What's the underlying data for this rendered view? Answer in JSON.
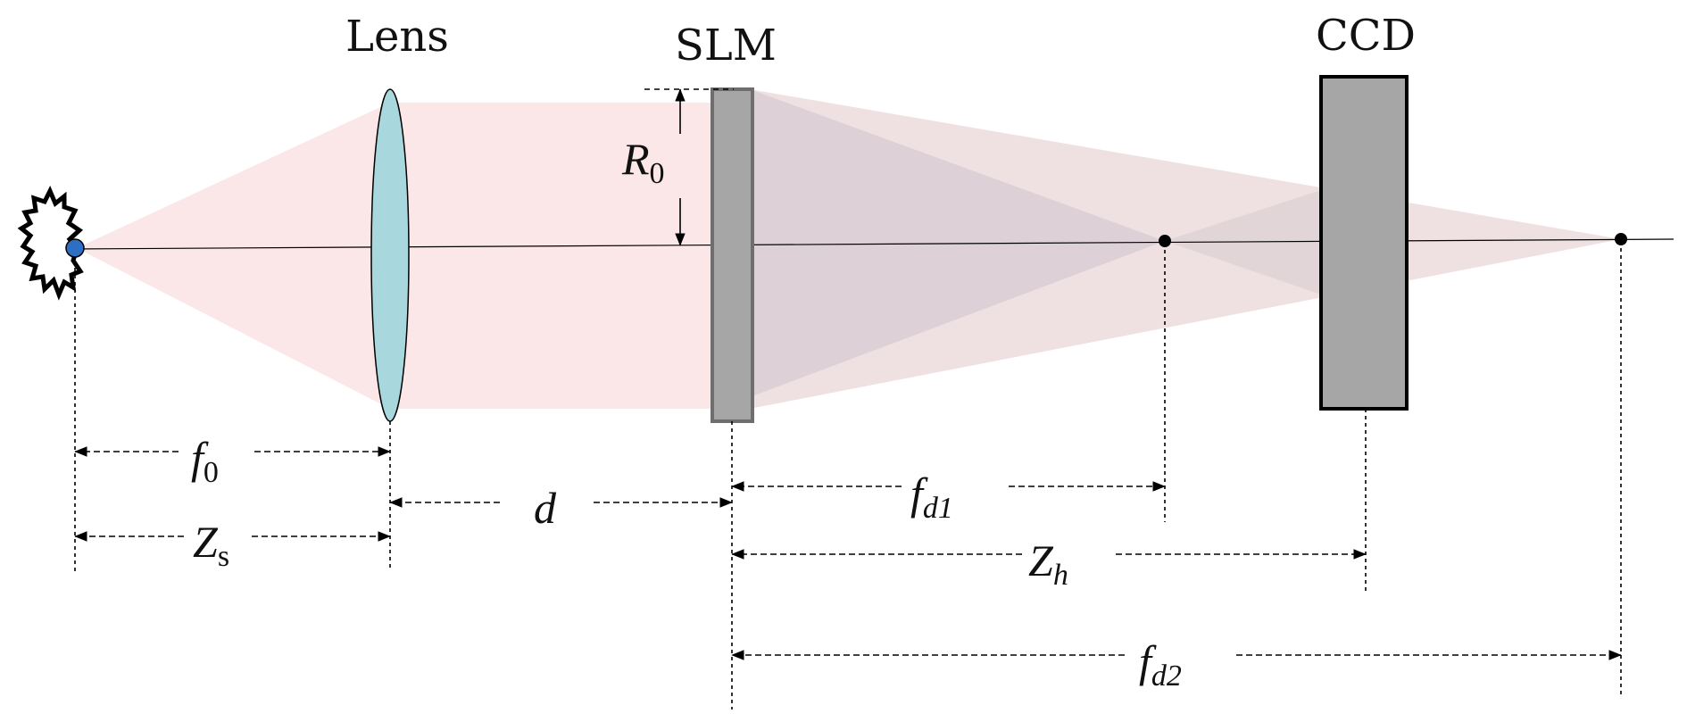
{
  "labels": {
    "lens": "Lens",
    "slm": "SLM",
    "ccd": "CCD",
    "r0": {
      "main": "R",
      "sub": "0"
    },
    "f0": {
      "main": "f",
      "sub": "0"
    },
    "zs": {
      "main": "Z",
      "sub": "s"
    },
    "d": {
      "main": "d"
    },
    "fd1": {
      "main": "f",
      "sub": "d1"
    },
    "zh": {
      "main": "Z",
      "sub": "h"
    },
    "fd2": {
      "main": "f",
      "sub": "d2"
    }
  },
  "colors": {
    "beam_pink": "#fbe6e8",
    "beam_mauve": "#d9cdd3",
    "lens_fill": "#a9d7de",
    "slm_fill": "#a6a6a6",
    "ccd_fill": "#a6a6a6",
    "source_dot": "#2d6fc2",
    "ink": "#000000"
  },
  "icons": {
    "light_source": "burst-source-icon",
    "focal_point": "dot-icon"
  }
}
